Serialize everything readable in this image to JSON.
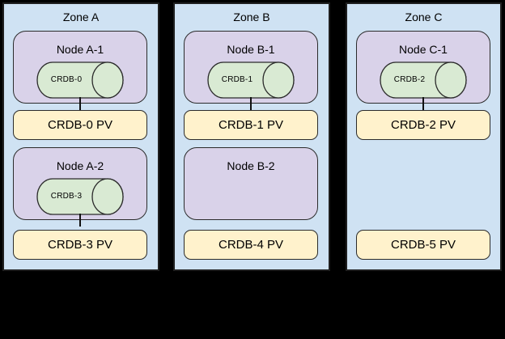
{
  "colors": {
    "background": "#000000",
    "zone_fill": "#cfe2f3",
    "node_fill": "#d9d2e9",
    "disk_fill": "#d9ead3",
    "pv_fill": "#fff2cc",
    "border": "#1f1f1f"
  },
  "zones": [
    {
      "title": "Zone A",
      "nodes": [
        {
          "label": "Node A-1",
          "disk": "CRDB-0",
          "pv": "CRDB-0 PV"
        },
        {
          "label": "Node A-2",
          "disk": "CRDB-3",
          "pv": "CRDB-3 PV"
        }
      ]
    },
    {
      "title": "Zone B",
      "nodes": [
        {
          "label": "Node B-1",
          "disk": "CRDB-1",
          "pv": "CRDB-1 PV"
        },
        {
          "label": "Node B-2",
          "pv": "CRDB-4 PV"
        }
      ]
    },
    {
      "title": "Zone C",
      "nodes": [
        {
          "label": "Node C-1",
          "disk": "CRDB-2",
          "pv": "CRDB-2 PV"
        },
        {
          "pv": "CRDB-5 PV"
        }
      ]
    }
  ]
}
